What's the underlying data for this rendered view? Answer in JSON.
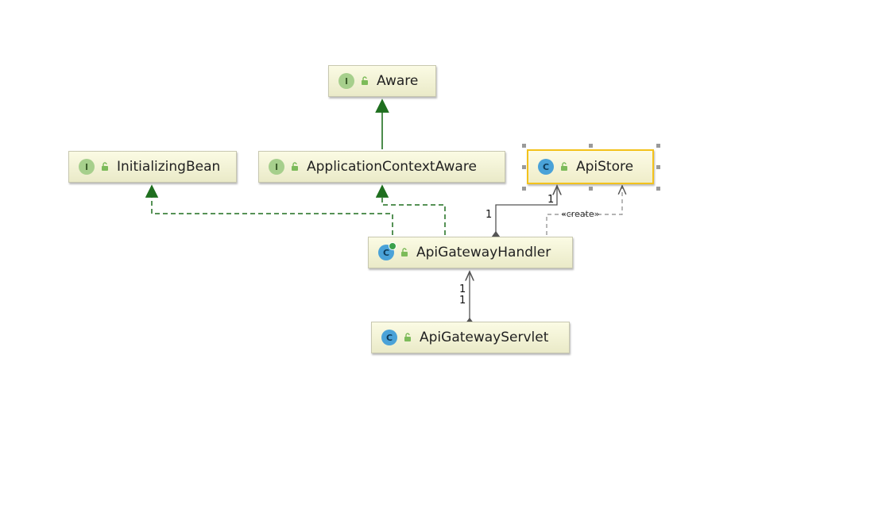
{
  "diagram": {
    "nodes": {
      "aware": {
        "kind": "I",
        "name": "Aware"
      },
      "initializingBean": {
        "kind": "I",
        "name": "InitializingBean"
      },
      "applicationContextAware": {
        "kind": "I",
        "name": "ApplicationContextAware"
      },
      "apiStore": {
        "kind": "C",
        "name": "ApiStore"
      },
      "apiGatewayHandler": {
        "kind": "C",
        "name": "ApiGatewayHandler"
      },
      "apiGatewayServlet": {
        "kind": "C",
        "name": "ApiGatewayServlet"
      }
    },
    "labels": {
      "handler_to_store_source": "1",
      "handler_to_store_target": "1",
      "creates": "«create»",
      "servlet_to_handler_target": "1",
      "servlet_to_handler_source": "1"
    },
    "colors": {
      "inheritance": "#1f6f1f",
      "association": "#555555",
      "selection": "#f3c21c"
    }
  }
}
